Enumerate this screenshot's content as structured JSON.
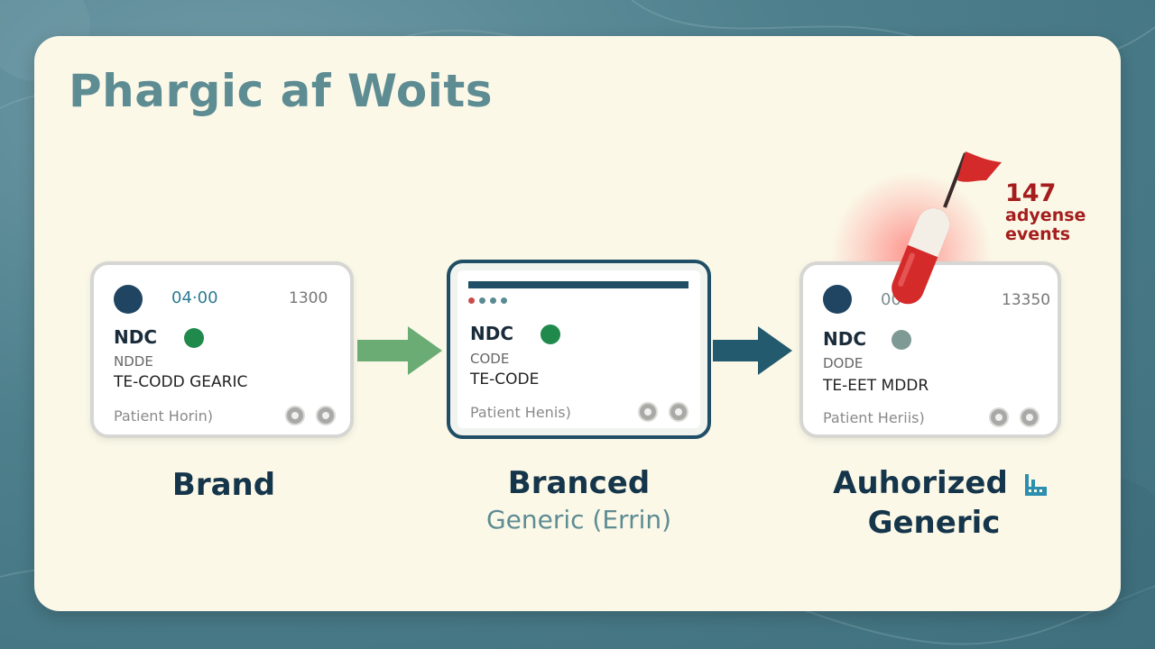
{
  "title": "Phargic af Woits",
  "cards": {
    "brand": {
      "code_top": "04·00",
      "num_top": "1300",
      "ndc": "NDC",
      "line2": "NDDE",
      "line3": "TE-CODD GEARIC",
      "patient": "Patient Horin)",
      "label": "Brand"
    },
    "branded": {
      "ndc": "NDC",
      "line2": "CODE",
      "line3": "TE-CODE",
      "patient": "Patient Henis)",
      "label": "Branced",
      "sublabel": "Generic (Errin)"
    },
    "auth": {
      "code_top": "00",
      "num_top": "13350",
      "ndc": "NDC",
      "line2": "DODE",
      "line3": "TE-EET MDDR",
      "patient": "Patient Heriis)",
      "label_line1": "Auhorized",
      "label_line2": "Generic"
    }
  },
  "alert": {
    "count": "147",
    "text_line1": "adyense",
    "text_line2": "events"
  },
  "colors": {
    "arrow1": "#6aac74",
    "arrow2": "#245a6e",
    "alert": "#d42a2a",
    "dot_green": "#1f8a4c",
    "dot_grey": "#7f9a94"
  },
  "icons": [
    "flag-icon",
    "pill-icon",
    "factory-icon",
    "arrow-right-icon"
  ]
}
